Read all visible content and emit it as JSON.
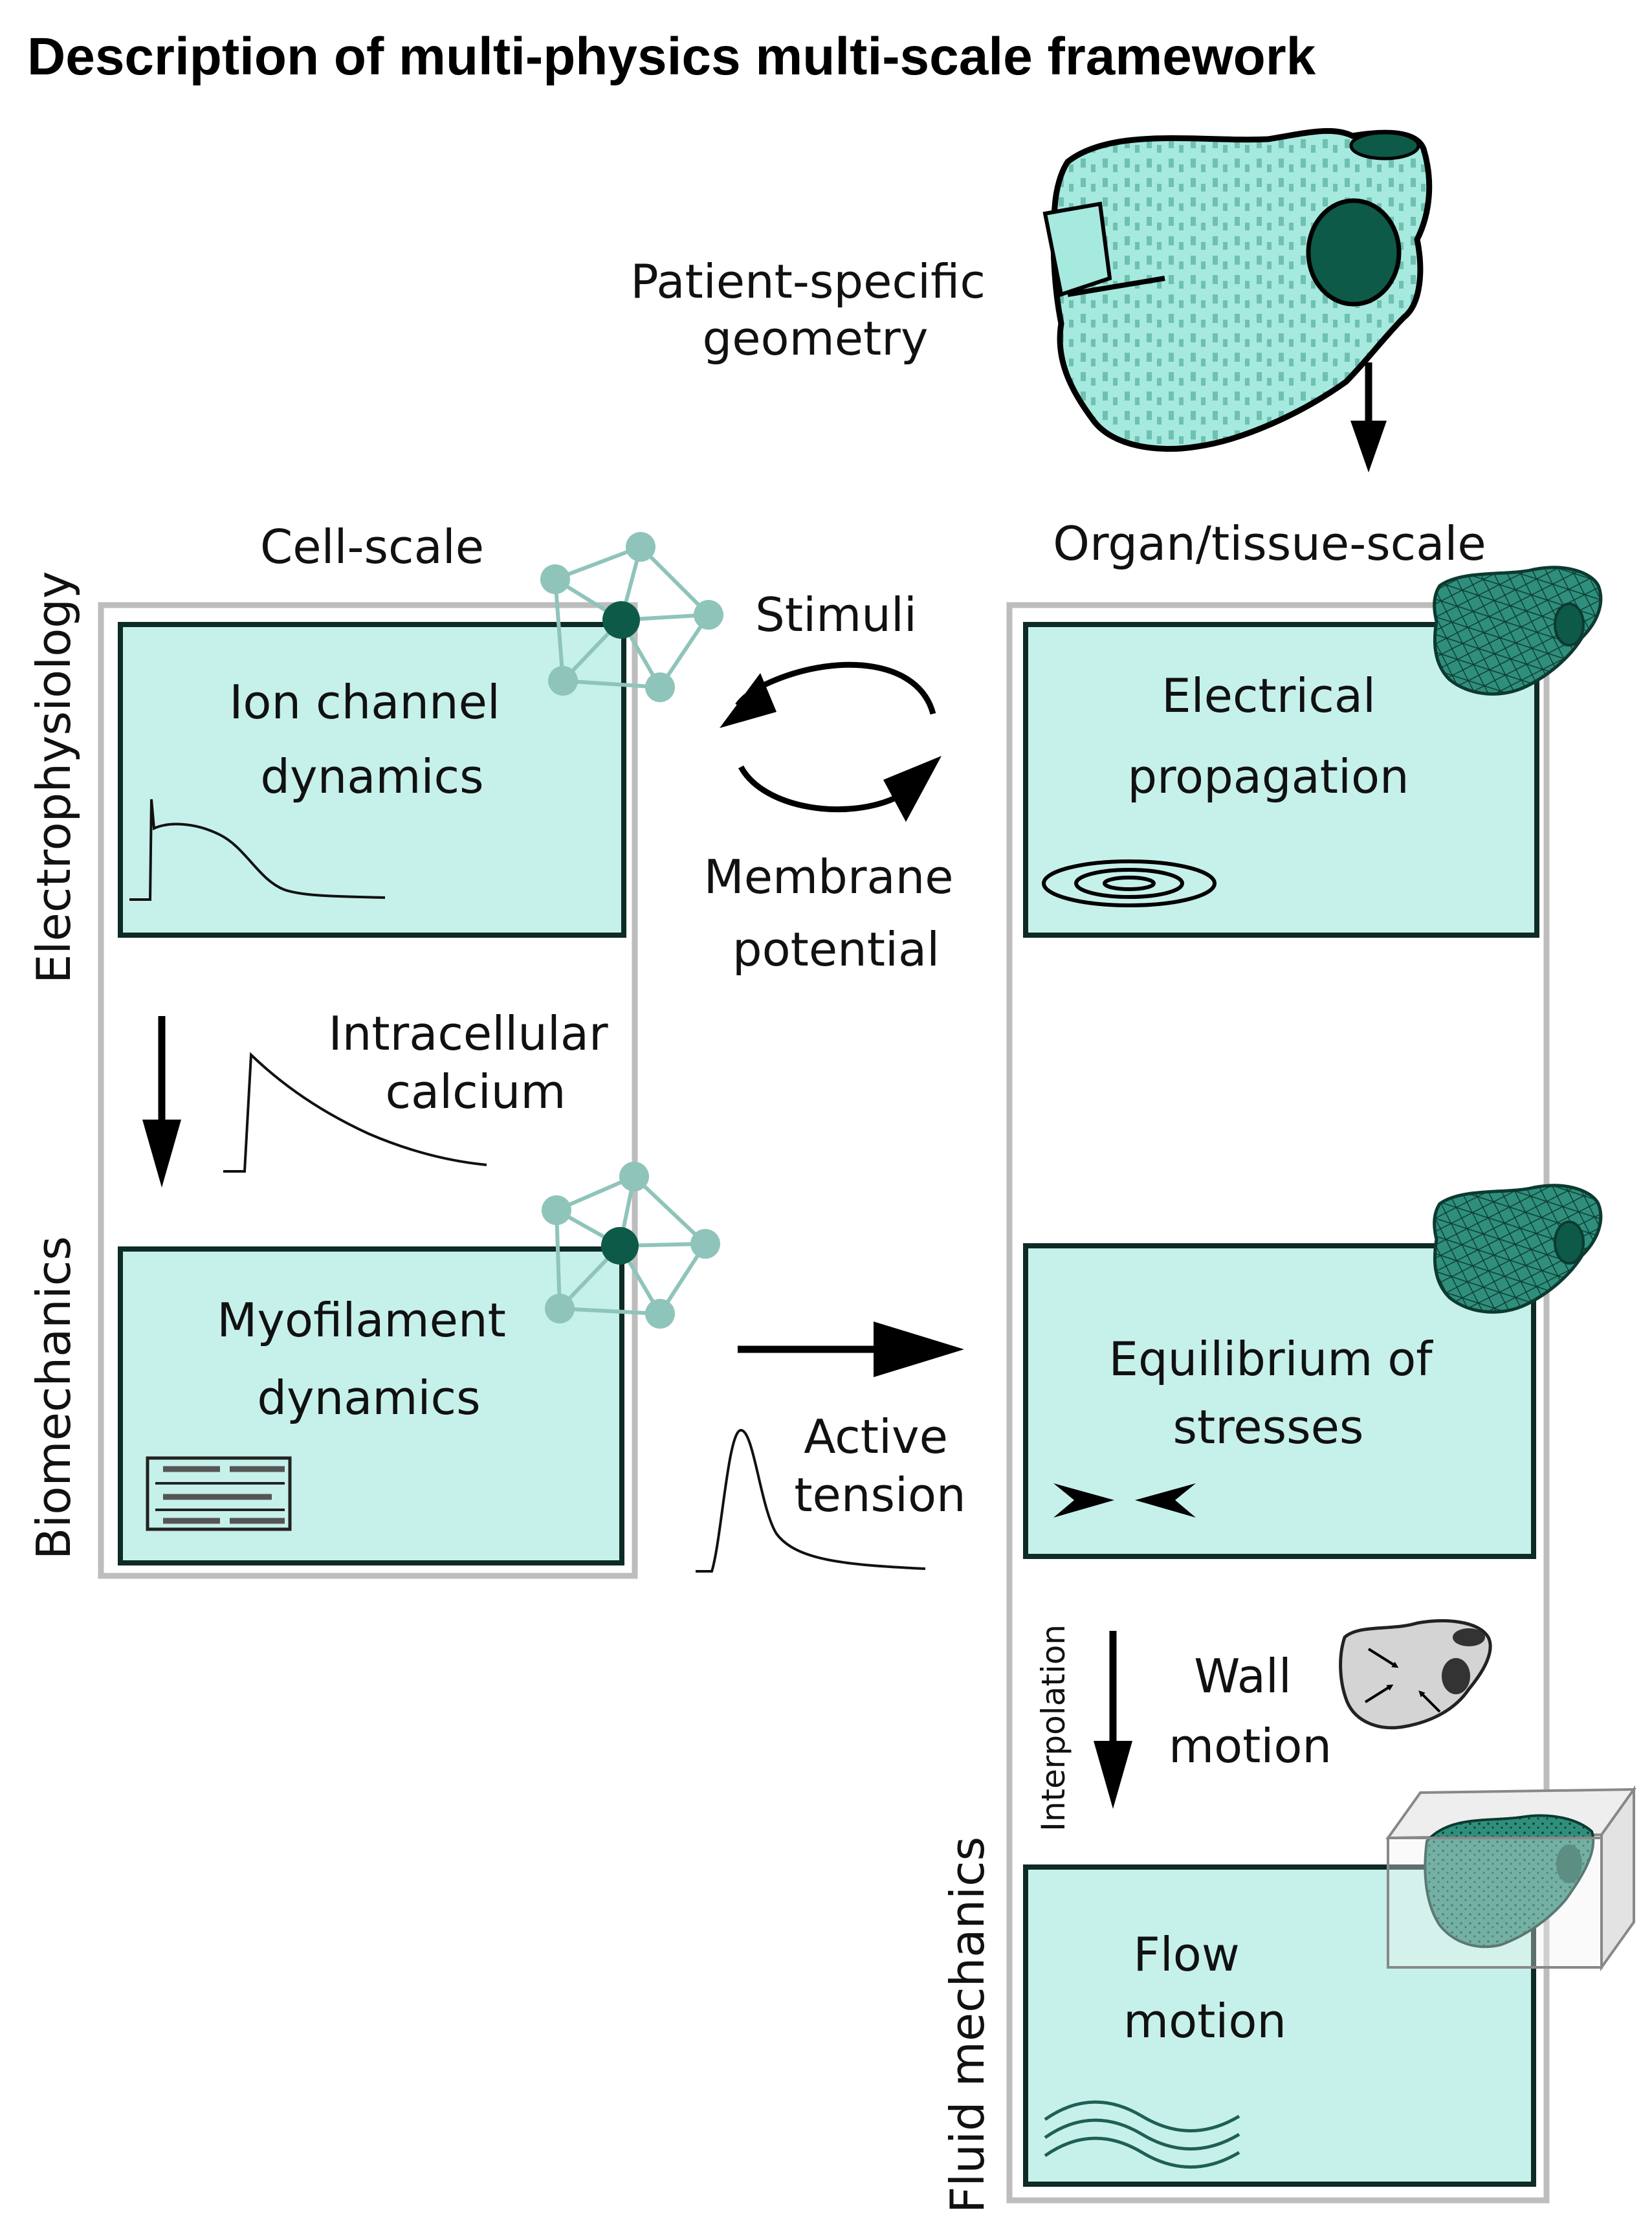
{
  "title": "Description of multi-physics multi-scale framework",
  "geometry_label": [
    "Patient-specific",
    "geometry"
  ],
  "scales": {
    "cell": "Cell-scale",
    "organ": "Organ/tissue-scale"
  },
  "side_labels": {
    "electrophysiology": "Electrophysiology",
    "biomechanics": "Biomechanics",
    "fluid": "Fluid mechanics",
    "interpolation": "Interpolation"
  },
  "panels": {
    "ion_channel": [
      "Ion channel",
      "dynamics"
    ],
    "myofilament": [
      "Myofilament",
      "dynamics"
    ],
    "electrical": [
      "Electrical",
      "propagation"
    ],
    "equilibrium": [
      "Equilibrium of",
      "stresses"
    ],
    "flow": [
      "Flow",
      "motion"
    ]
  },
  "connectors": {
    "stimuli": "Stimuli",
    "membrane": [
      "Membrane",
      "potential"
    ],
    "calcium": [
      "Intracellular",
      "calcium"
    ],
    "tension": [
      "Active",
      "tension"
    ],
    "wall": [
      "Wall",
      "motion"
    ]
  },
  "colors": {
    "panel_fill": "#c6f1ea",
    "panel_border": "#0e2b25",
    "heart_fill": "#a6e9df",
    "heart_dark": "#0d5a48",
    "mesh_fill": "#2f8f7c",
    "group_border": "#bdbdbd"
  },
  "icons": {
    "geometry": "heart-geometry-icon",
    "network": "network-icon",
    "mesh": "heart-mesh-icon",
    "spiral": "spiral-wave-icon",
    "sarcomere": "sarcomere-icon",
    "opposing_arrows": "opposing-arrows-icon",
    "wall_motion": "wall-motion-heart-icon",
    "fluid_box": "fluid-domain-box-icon",
    "waves": "flow-waves-icon"
  }
}
